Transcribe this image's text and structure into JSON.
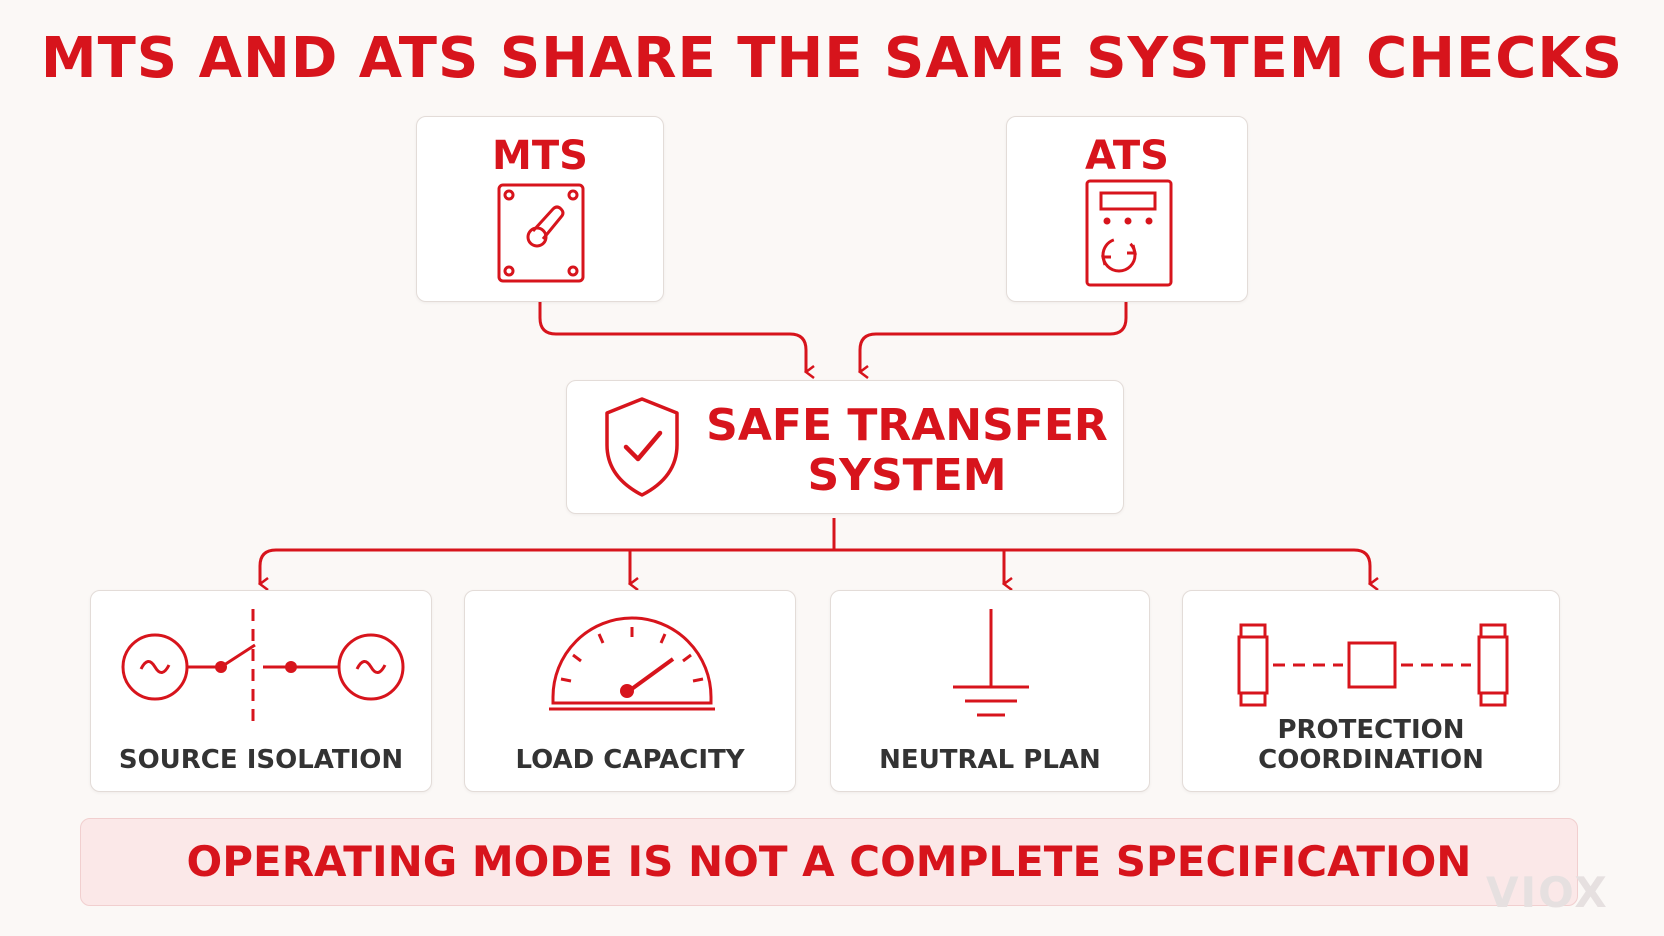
{
  "title": "MTS AND ATS SHARE THE SAME SYSTEM CHECKS",
  "modes": {
    "mts": {
      "label": "MTS",
      "icon": "manual-switch-icon"
    },
    "ats": {
      "label": "ATS",
      "icon": "automatic-controller-icon"
    }
  },
  "center": {
    "line1": "SAFE TRANSFER",
    "line2": "SYSTEM",
    "icon": "shield-check-icon"
  },
  "checks": [
    {
      "label": "SOURCE ISOLATION",
      "icon": "source-isolation-icon"
    },
    {
      "label": "LOAD CAPACITY",
      "icon": "gauge-icon"
    },
    {
      "label": "NEUTRAL PLAN",
      "icon": "ground-icon"
    },
    {
      "label": "PROTECTION COORDINATION",
      "icon": "breaker-coordination-icon"
    }
  ],
  "footer": "OPERATING MODE IS NOT A COMPLETE SPECIFICATION",
  "logo": "VIOX",
  "colors": {
    "accent": "#d7141c",
    "background": "#fbf8f6",
    "footer_bg": "#fbe8e8",
    "label": "#333333"
  }
}
